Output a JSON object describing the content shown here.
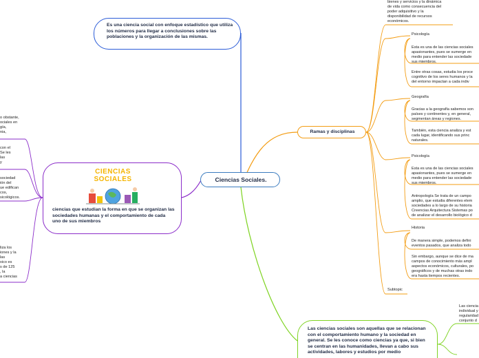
{
  "central": {
    "label": "Ciencias Sociales."
  },
  "definition_bubble": {
    "text": "Es una ciencia social con enfoque estadístico que utiliza los números para llegar a conclusiones sobre las poblaciones y la organización de las mismas."
  },
  "left_bubble": {
    "logo_line1": "CIENCIAS",
    "logo_line2": "SOCIALES",
    "text": "ciencias que estudian la forma en que se organizan las  sociedades humanas y el comportamiento de cada uno de sus miembros"
  },
  "ramas": {
    "label": "Ramas y disciplinas",
    "top_note": "bienes y  servicios y la dinámica\nde vida como  consecuencia del\npoder adquisitivo y la\ndisponibilidad de recursos\neconómicos.",
    "groups": [
      {
        "title": "Psicología",
        "items": [
          "Esta es una de las ciencias sociales\napasionantes, pues se sumerge en\nmedio para entender las sociedade\nsus miembros.",
          "Entre otras cosas, estudia los proce\ncognitivo de los seres humanos y la\ndel entorno impactan a cada indiv"
        ]
      },
      {
        "title": "Geografía",
        "items": [
          "Gracias a la geografía sabemos son\npaíses y  continentes y, en general,\nsegmentan áreas y regiones.",
          "También, esta ciencia analiza y est\ncada lugar,  identificando sus princ\nnaturales."
        ]
      },
      {
        "title": "Psicología",
        "items": [
          "Esta es una de las ciencias sociales\napasionantes, pues se sumerge en\nmedio para entender las sociedade\nsus miembros.",
          "Antropología Se trata de un campo\namplio, que estudia diferentes elem\nsociedades a lo largo de su historia\nCreencias Arquitectura Sistemas po\nde analizar el desarrollo biológico d"
        ]
      },
      {
        "title": "Historia",
        "items": [
          "De manera simple, podemos defini\neventos pasados, que analiza todo",
          "Sin embargo, aunque se dice de ma\ncampos de conocimiento más ampl\naspectos económicos, culturales, po\ngeográficos y de muchas otras indo\nera hasta tiempos recientes."
        ]
      }
    ],
    "subtopic": "Subtopic"
  },
  "bottom_bubble": {
    "text": "Las ciencias sociales son aquellas  que se relacionan con el  comportamiento humano y la  sociedad en general. Se les conoce como ciencias ya que, si bien se  centran en las humanidades, llevan  a cabo sus actividades, labores y  estudios por medio"
  },
  "bottom_right_note": "Las ciencia\nindividual y\nregularidad\nconjunto d",
  "left_fragments": [
    "o obstante,\nociales en\ngía,\nnia,",
    "con el\nSe les\nlas\ny",
    "sociedad\nión del\nue edifican\ncos,\nsicológicos.",
    "liza los\niones y la\nlas\nxico es\ns de 125\n, la\na ciencias"
  ],
  "colors": {
    "central": "#3a7bbf",
    "definition": "#2a5bd7",
    "left": "#8a2bc9",
    "ramas": "#f39c12",
    "bottom": "#7ed321"
  }
}
